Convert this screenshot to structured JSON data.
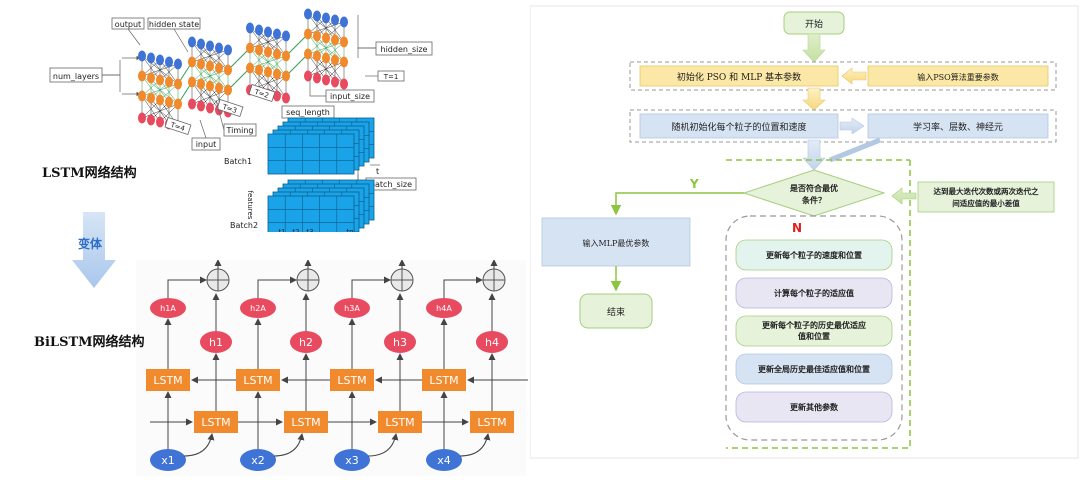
{
  "lstm": {
    "title": "LSTM网络结构",
    "labels": {
      "output": "output",
      "hidden_state": "hidden state",
      "num_layers": "num_layers",
      "hidden_size": "hidden_size",
      "input_size": "input_size",
      "t1": "T=1",
      "t2": "T=2",
      "t3": "T=3",
      "t4": "T=4",
      "timing": "Timing",
      "input": "input",
      "seq_length": "seq_length",
      "batch1": "Batch1",
      "batch2": "Batch2",
      "features": "features",
      "t_axis": "t",
      "batch_size": "batch_size",
      "ticks": [
        "t1",
        "t2",
        "t3",
        "...",
        "tn"
      ]
    }
  },
  "arrow_label": "变体",
  "bilstm": {
    "title": "BiLSTM网络结构",
    "hA": [
      "h1A",
      "h2A",
      "h3A",
      "h4A"
    ],
    "h": [
      "h1",
      "h2",
      "h3",
      "h4"
    ],
    "x": [
      "x1",
      "x2",
      "x3",
      "x4"
    ],
    "cell": "LSTM",
    "plus": "+"
  },
  "flow": {
    "start": "开始",
    "init": "初始化 PSO 和 MLP 基本参数",
    "input_params": "输入PSO算法重要参数",
    "random_init": "随机初始化每个粒子的位置和速度",
    "hyper": "学习率、层数、神经元",
    "decision": [
      "是否符合最优",
      "条件？"
    ],
    "yes": "Y",
    "no": "N",
    "max_iter": [
      "达到最大迭代次数或两次迭代之",
      "间适应值的最小差值"
    ],
    "output": "输入MLP最优参数",
    "end": "结束",
    "steps": [
      [
        "更新每个粒子的速度和位置"
      ],
      [
        "计算每个粒子的适应值"
      ],
      [
        "更新每个粒子的历史最优适应",
        "值和位置"
      ],
      [
        "更新全局历史最佳适应值和位置"
      ],
      [
        "更新其他参数"
      ]
    ]
  },
  "colors": {
    "orange": "#f08a2c",
    "blue_node": "#3f74d6",
    "red_node": "#e84a5f",
    "grid_blue": "#1aa3e8",
    "green_dash": "#8cc63f",
    "yellow_box": "#fbe7a6",
    "blue_box": "#d6e3f3"
  }
}
